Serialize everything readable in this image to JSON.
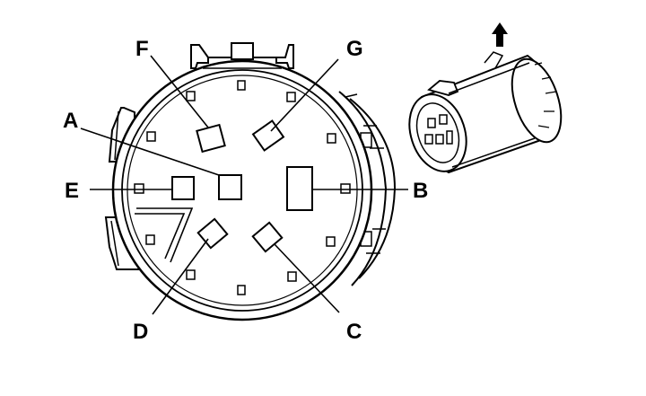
{
  "connector": {
    "pins": {
      "a": "A",
      "b": "B",
      "c": "C",
      "d": "D",
      "e": "E",
      "f": "F",
      "g": "G"
    }
  },
  "thumbnail": {
    "arrow_icon": "up-arrow-icon"
  }
}
